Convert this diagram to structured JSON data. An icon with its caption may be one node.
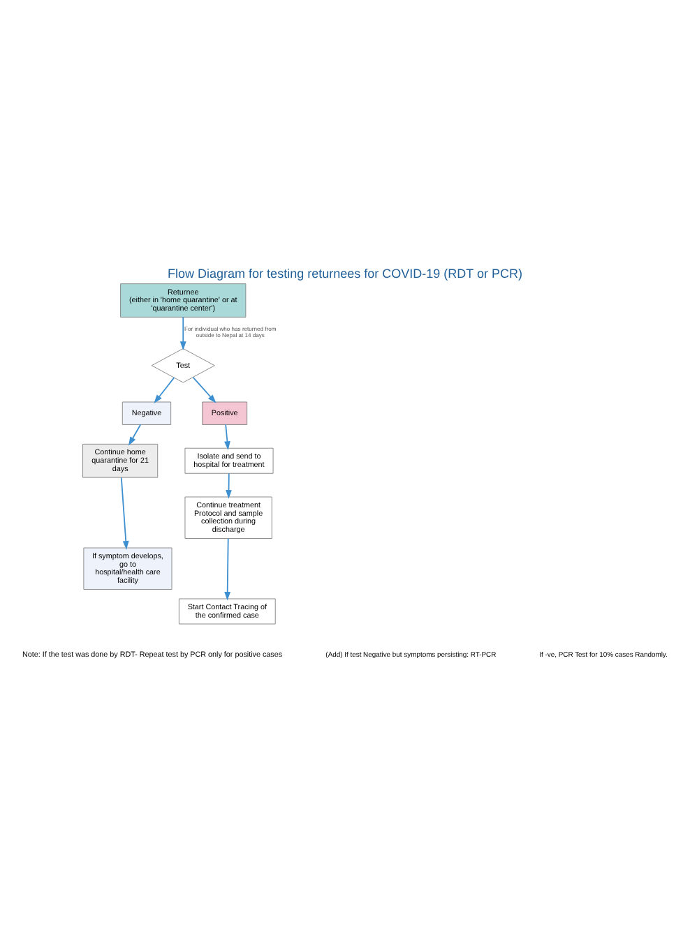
{
  "diagram": {
    "title": "Flow Diagram for testing returnees for COVID-19 (RDT or PCR)",
    "nodes": [
      {
        "text": [
          "Returnee",
          "(either in 'home quarantine' or at 'quarantine center')"
        ]
      },
      {
        "text": [
          "Test"
        ]
      },
      {
        "text": [
          "Negative"
        ]
      },
      {
        "text": [
          "Positive"
        ]
      },
      {
        "text": [
          "Continue home quarantine for 21 days"
        ]
      },
      {
        "text": [
          "If symptom develops, go to hospital/health care facility"
        ]
      },
      {
        "text": [
          "Isolate and send to hospital for treatment"
        ]
      },
      {
        "text": [
          "Continue treatment Protocol and sample collection during discharge"
        ]
      },
      {
        "text": [
          "Start Contact Tracing of the confirmed case"
        ]
      }
    ],
    "edges": [
      {
        "from": 0,
        "to": 1,
        "arrow": "to",
        "label": "For individual who has returned from outside to Nepal at 14 days"
      },
      {
        "from": 1,
        "to": 2,
        "arrow": "to"
      },
      {
        "from": 1,
        "to": 3,
        "arrow": "to"
      },
      {
        "from": 2,
        "to": 4,
        "arrow": "to"
      },
      {
        "from": 4,
        "to": 5,
        "arrow": "to"
      },
      {
        "from": 3,
        "to": 6,
        "arrow": "to"
      },
      {
        "from": 6,
        "to": 7,
        "arrow": "to"
      },
      {
        "from": 7,
        "to": 8,
        "arrow": "to"
      }
    ],
    "labels": [
      "Note: If the test was done by RDT- Repeat test by PCR only for positive cases",
      "(Add) If test Negative but symptoms persisting: RT-PCR",
      "If -ve, PCR Test for 10% cases Randomly."
    ]
  }
}
